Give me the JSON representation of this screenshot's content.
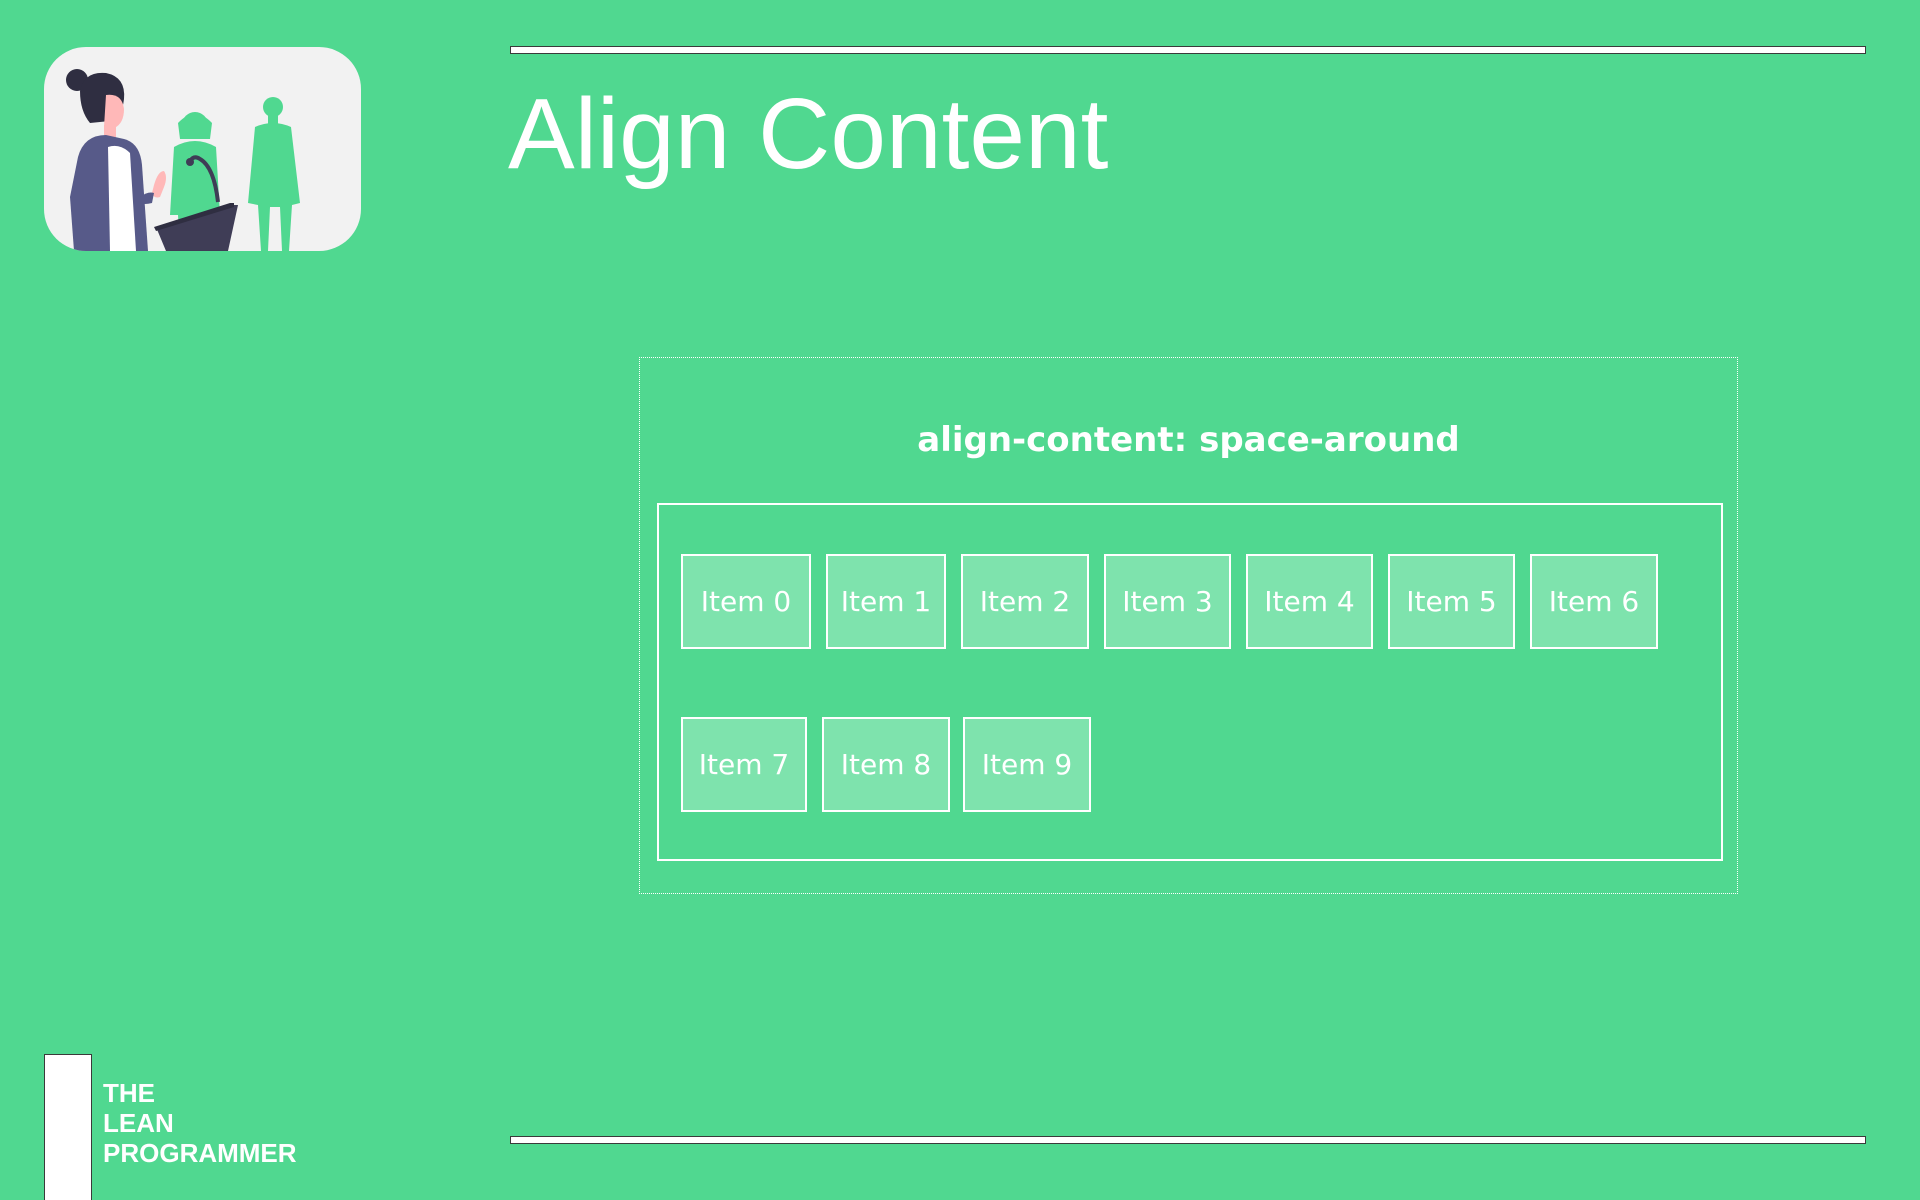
{
  "slide": {
    "title": "Align Content",
    "background_color": "#50d890",
    "accent_color": "#ffffff"
  },
  "illustration": {
    "icon": "presenter-at-podium-icon"
  },
  "demo": {
    "caption": "align-content: space-around",
    "items": [
      "Item 0",
      "Item 1",
      "Item 2",
      "Item 3",
      "Item 4",
      "Item 5",
      "Item 6",
      "Item 7",
      "Item 8",
      "Item 9"
    ],
    "item_color": "#7ee3ad"
  },
  "brand": {
    "lines": [
      "THE",
      "LEAN",
      "PROGRAMMER"
    ]
  }
}
